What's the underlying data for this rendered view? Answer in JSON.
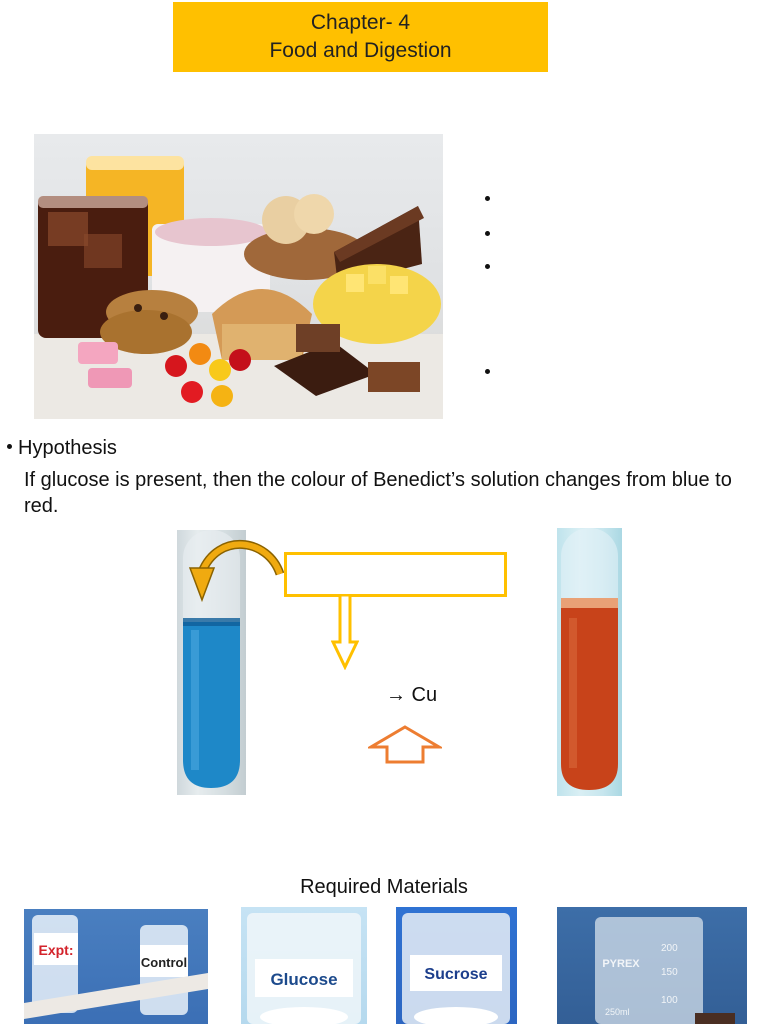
{
  "title": {
    "line1": "Chapter- 4",
    "line2": "Food and Digestion"
  },
  "hypothesis": {
    "heading": "Hypothesis",
    "text": "If glucose is present, then the colour of Benedict’s solution changes from blue to red."
  },
  "diagram": {
    "cu_label": "→ Cu"
  },
  "materials": {
    "heading": "Required Materials",
    "labels": [
      "Expt:",
      "Control",
      "Glucose",
      "Sucrose",
      "PYREX",
      "200",
      "150",
      "100",
      "250ml"
    ]
  },
  "colors": {
    "banner": "#FFC000",
    "label_box": "#FFC000",
    "curved_arrow": "#E8A800",
    "up_arrow": "#ED7D31",
    "benedict_blue": "#1E88C8",
    "precipitate_red": "#C8431A"
  },
  "icons": [
    "curved-arrow-icon",
    "down-arrow-icon",
    "up-arrow-icon"
  ]
}
